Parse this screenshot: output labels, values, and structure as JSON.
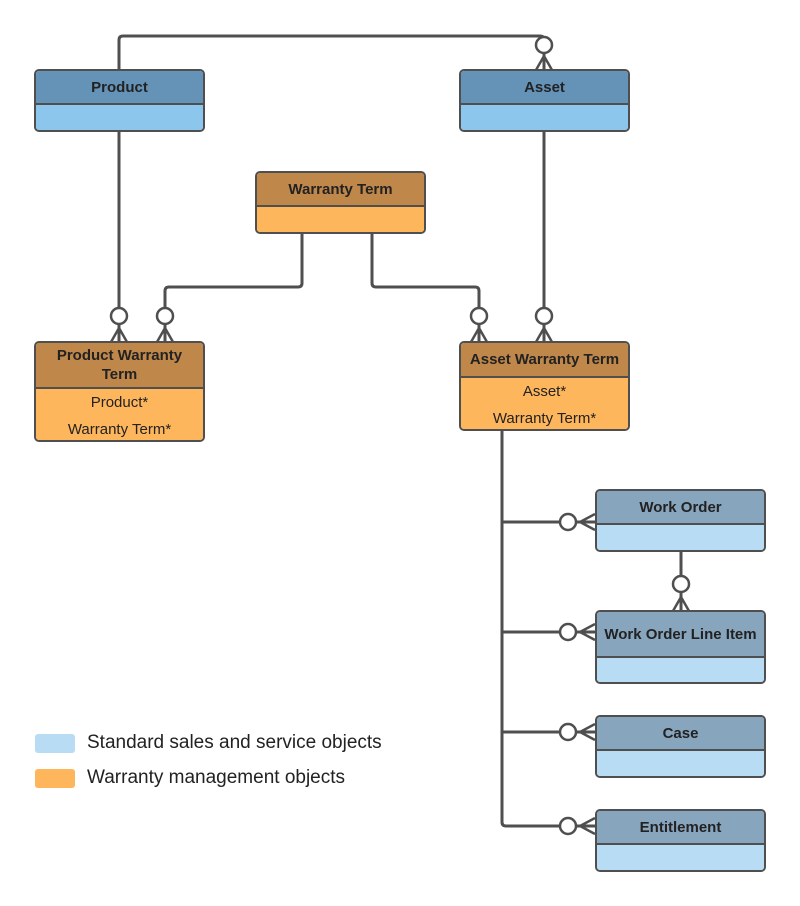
{
  "entities": {
    "product": {
      "title": "Product",
      "fields": []
    },
    "asset": {
      "title": "Asset",
      "fields": []
    },
    "warranty_term": {
      "title": "Warranty Term",
      "fields": []
    },
    "product_warranty_term": {
      "title": "Product Warranty Term",
      "fields": [
        "Product*",
        "Warranty Term*"
      ]
    },
    "asset_warranty_term": {
      "title": "Asset Warranty Term",
      "fields": [
        "Asset*",
        "Warranty Term*"
      ]
    },
    "work_order": {
      "title": "Work Order",
      "fields": []
    },
    "work_order_line_item": {
      "title": "Work Order Line Item",
      "fields": []
    },
    "case": {
      "title": "Case",
      "fields": []
    },
    "entitlement": {
      "title": "Entitlement",
      "fields": []
    }
  },
  "legend": [
    {
      "label": "Standard sales and service objects",
      "color": "#b8dcf4"
    },
    {
      "label": "Warranty management objects",
      "color": "#feb65c"
    }
  ],
  "colors": {
    "line": "#4f4f4f",
    "primary_blue_header": "#6593b8",
    "primary_blue_body": "#8cc6ec",
    "secondary_blue_header": "#88a5be",
    "secondary_blue_body": "#b8dcf4",
    "orange_header": "#c0874a",
    "orange_body": "#feb65c"
  }
}
